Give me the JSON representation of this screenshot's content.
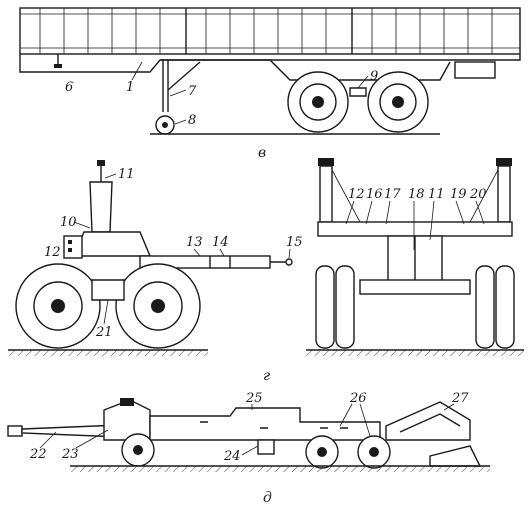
{
  "panels": {
    "v": {
      "caption": "в",
      "callouts": [
        "1",
        "6",
        "7",
        "8",
        "9"
      ]
    },
    "g": {
      "caption": "г",
      "callouts": [
        "10",
        "11",
        "12",
        "13",
        "14",
        "15",
        "21",
        "12",
        "16",
        "17",
        "18",
        "11",
        "19",
        "20"
      ]
    },
    "d": {
      "caption": "д",
      "callouts": [
        "22",
        "23",
        "24",
        "25",
        "26",
        "27"
      ]
    }
  }
}
